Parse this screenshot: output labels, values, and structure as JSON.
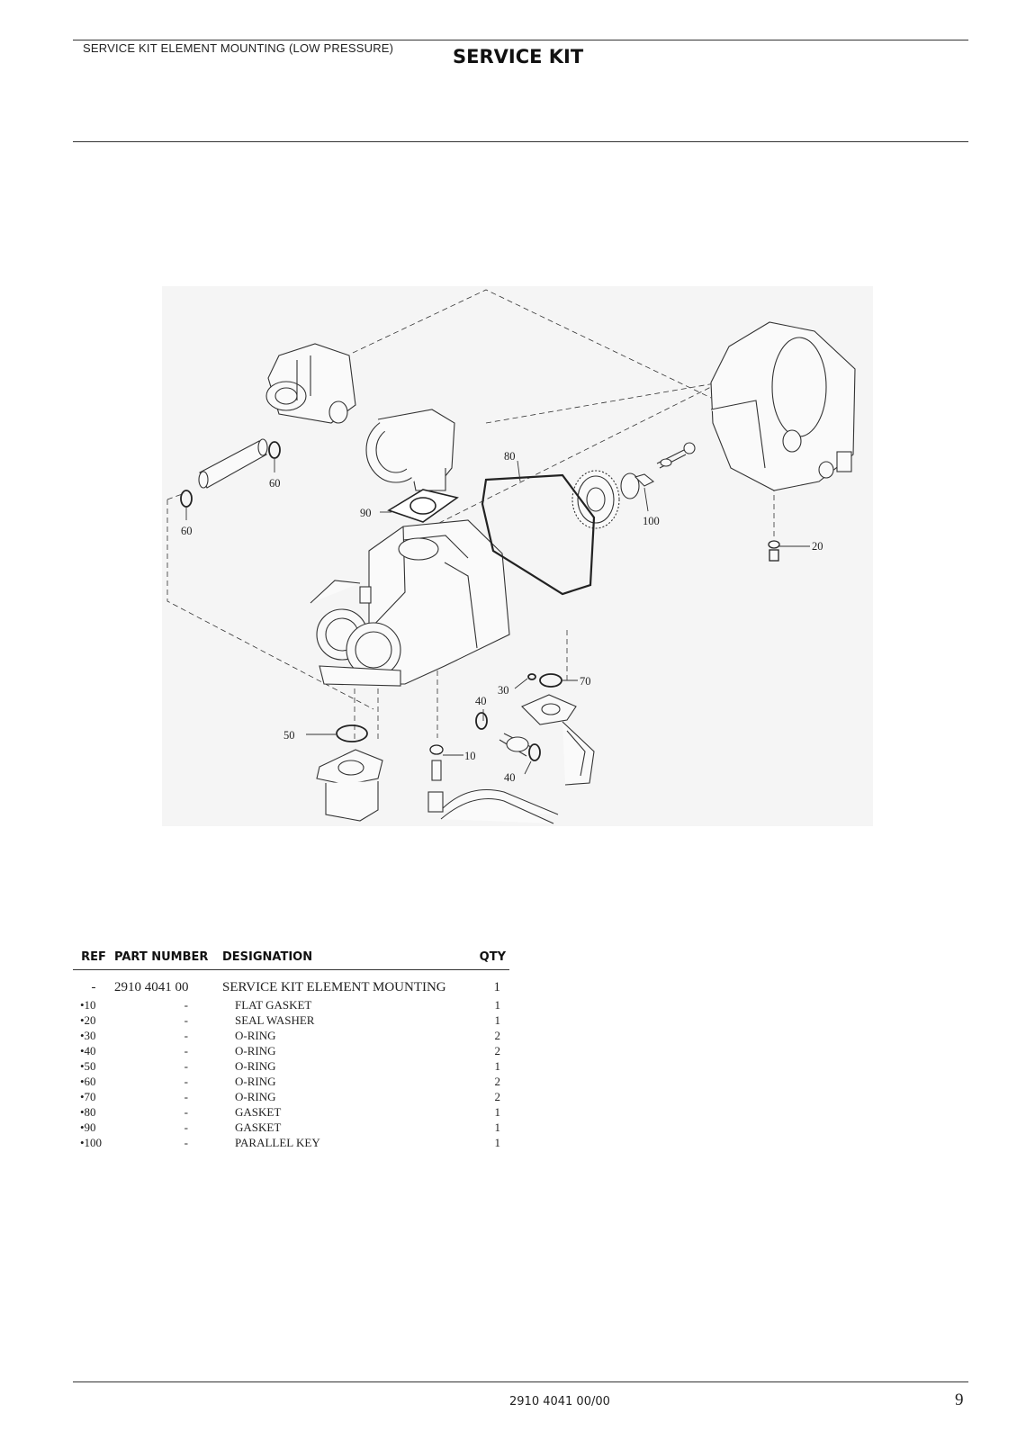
{
  "header": {
    "section": "SERVICE KIT ELEMENT MOUNTING (LOW PRESSURE)",
    "title": "SERVICE KIT"
  },
  "diagram": {
    "callouts": {
      "c60a": "60",
      "c60b": "60",
      "c90": "90",
      "c80": "80",
      "c100": "100",
      "c20": "20",
      "c70": "70",
      "c30": "30",
      "c40a": "40",
      "c40b": "40",
      "c50": "50",
      "c10": "10"
    }
  },
  "table": {
    "headers": {
      "ref": "REF",
      "part": "PART NUMBER",
      "designation": "DESIGNATION",
      "qty": "QTY"
    },
    "kit": {
      "ref": "-",
      "part": "2910 4041 00",
      "designation": "SERVICE KIT ELEMENT MOUNTING",
      "qty": "1"
    },
    "rows": [
      {
        "ref": "•10",
        "part": "-",
        "designation": "FLAT GASKET",
        "qty": "1"
      },
      {
        "ref": "•20",
        "part": "-",
        "designation": "SEAL WASHER",
        "qty": "1"
      },
      {
        "ref": "•30",
        "part": "-",
        "designation": "O-RING",
        "qty": "2"
      },
      {
        "ref": "•40",
        "part": "-",
        "designation": "O-RING",
        "qty": "2"
      },
      {
        "ref": "•50",
        "part": "-",
        "designation": "O-RING",
        "qty": "1"
      },
      {
        "ref": "•60",
        "part": "-",
        "designation": "O-RING",
        "qty": "2"
      },
      {
        "ref": "•70",
        "part": "-",
        "designation": "O-RING",
        "qty": "2"
      },
      {
        "ref": "•80",
        "part": "-",
        "designation": "GASKET",
        "qty": "1"
      },
      {
        "ref": "•90",
        "part": "-",
        "designation": "GASKET",
        "qty": "1"
      },
      {
        "ref": "•100",
        "part": "-",
        "designation": "PARALLEL KEY",
        "qty": "1"
      }
    ]
  },
  "footer": {
    "doc_number": "2910 4041 00/00",
    "page": "9"
  }
}
